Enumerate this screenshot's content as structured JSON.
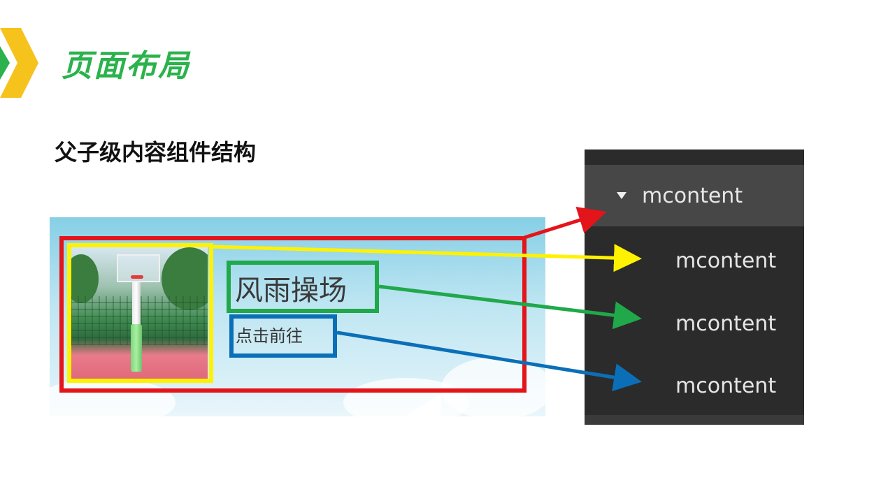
{
  "slide": {
    "title": "页面布局",
    "subtitle": "父子级内容组件结构"
  },
  "preview_card": {
    "title": "风雨操场",
    "link": "点击前往"
  },
  "tree_panel": {
    "parent_label": "mcontent",
    "children": [
      "mcontent",
      "mcontent",
      "mcontent"
    ]
  },
  "colors": {
    "title_green": "#2bb24c",
    "box_red": "#e3151a",
    "box_yellow": "#fff200",
    "box_green": "#20a84a",
    "box_blue": "#0b6fb8",
    "panel_dark": "#2b2b2b"
  },
  "icons": {
    "header_chevron": "chevron-right-icon",
    "tree_caret": "caret-down-icon",
    "pointer_arrows": "arrow-right-icon"
  }
}
